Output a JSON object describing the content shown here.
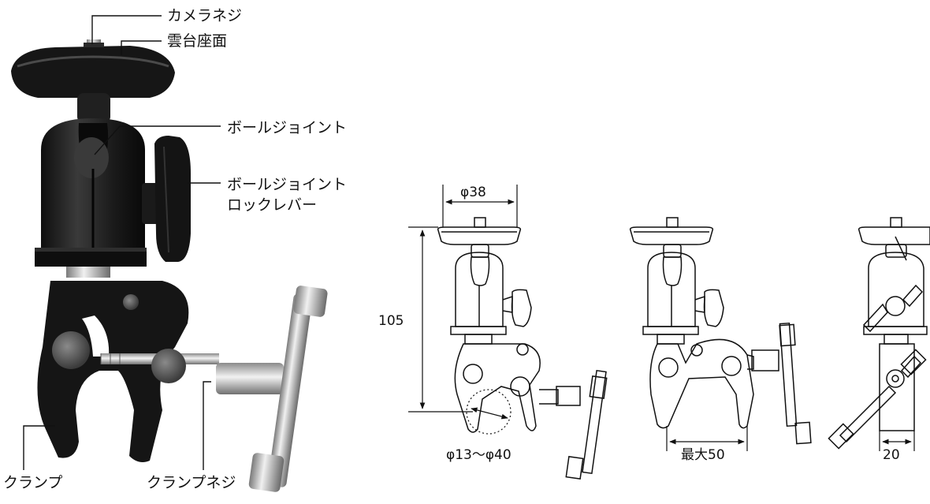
{
  "photo_labels": {
    "camera_screw": "カメラネジ",
    "platform_surface": "雲台座面",
    "ball_joint": "ボールジョイント",
    "ball_joint_lock_lever_line1": "ボールジョイント",
    "ball_joint_lock_lever_line2": "ロックレバー",
    "clamp": "クランプ",
    "clamp_screw": "クランプネジ"
  },
  "dimensions": {
    "platform_diameter": "φ38",
    "height": "105",
    "clamp_range": "φ13〜φ40",
    "max_opening": "最大50",
    "width": "20"
  },
  "colors": {
    "body_dark": "#1c1c1c",
    "metal": "#c8c8c8",
    "line": "#111111"
  }
}
